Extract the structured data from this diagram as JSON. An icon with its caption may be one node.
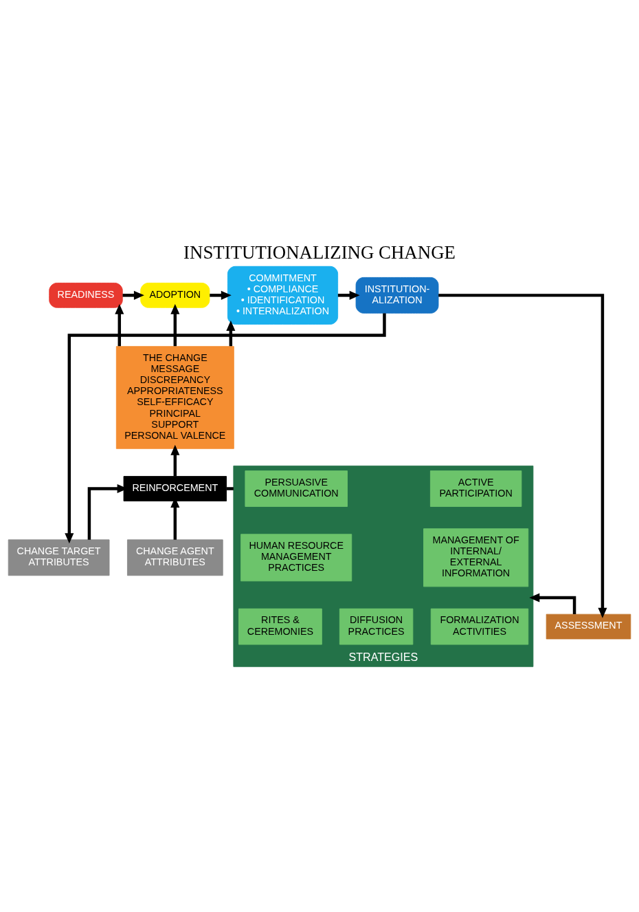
{
  "diagram": {
    "title": "INSTITUTIONALIZING CHANGE",
    "nodes": [
      {
        "text": [
          "READINESS"
        ]
      },
      {
        "text": [
          "ADOPTION"
        ]
      },
      {
        "text": [
          "COMMITMENT",
          "• COMPLIANCE",
          "• IDENTIFICATION",
          "• INTERNALIZATION"
        ]
      },
      {
        "text": [
          "INSTITUTION- ALIZATION"
        ]
      },
      {
        "text": [
          "THE CHANGE MESSAGE",
          "DISCREPANCY",
          "APPROPRIATENESS",
          "SELF-EFFICACY",
          "PRINCIPAL SUPPORT",
          "PERSONAL VALENCE"
        ]
      },
      {
        "text": [
          "REINFORCEMENT"
        ]
      },
      {
        "text": [
          "CHANGE AGENT ATTRIBUTES"
        ]
      },
      {
        "text": [
          "CHANGE TARGET ATTRIBUTES"
        ]
      },
      {
        "text": [
          "STRATEGIES"
        ]
      },
      {
        "text": [
          "ACTIVE PARTICIPATION"
        ],
        "in": 8
      },
      {
        "text": [
          "PERSUASIVE COMMUNICATION"
        ],
        "in": 8
      },
      {
        "text": [
          "MANAGEMENT OF INTERNAL/ EXTERNAL INFORMATION"
        ],
        "in": 8
      },
      {
        "text": [
          "HUMAN RESOURCE MANAGEMENT PRACTICES"
        ],
        "in": 8
      },
      {
        "text": [
          "FORMALIZATION ACTIVITIES"
        ],
        "in": 8
      },
      {
        "text": [
          "DIFFUSION PRACTICES"
        ],
        "in": 8
      },
      {
        "text": [
          "RITES & CEREMONIES"
        ],
        "in": 8
      },
      {
        "text": [
          "ASSESSMENT"
        ]
      }
    ],
    "edges": [
      {
        "from": 0,
        "to": 1,
        "arrow": "to"
      },
      {
        "from": 1,
        "to": 2,
        "arrow": "to"
      },
      {
        "from": 2,
        "to": 3,
        "arrow": "to"
      },
      {
        "from": 4,
        "to": 0,
        "arrow": "to"
      },
      {
        "from": 4,
        "to": 1,
        "arrow": "to"
      },
      {
        "from": 4,
        "to": 2,
        "arrow": "to"
      },
      {
        "from": 8,
        "to": 5,
        "arrow": "none"
      },
      {
        "from": 5,
        "to": 4,
        "arrow": "to"
      },
      {
        "from": 6,
        "to": 5,
        "arrow": "to"
      },
      {
        "from": 7,
        "to": 5,
        "arrow": "to"
      },
      {
        "from": 3,
        "to": 7,
        "arrow": "to"
      },
      {
        "from": 3,
        "to": 16,
        "arrow": "to"
      },
      {
        "from": 16,
        "to": 8,
        "arrow": "to"
      }
    ]
  }
}
